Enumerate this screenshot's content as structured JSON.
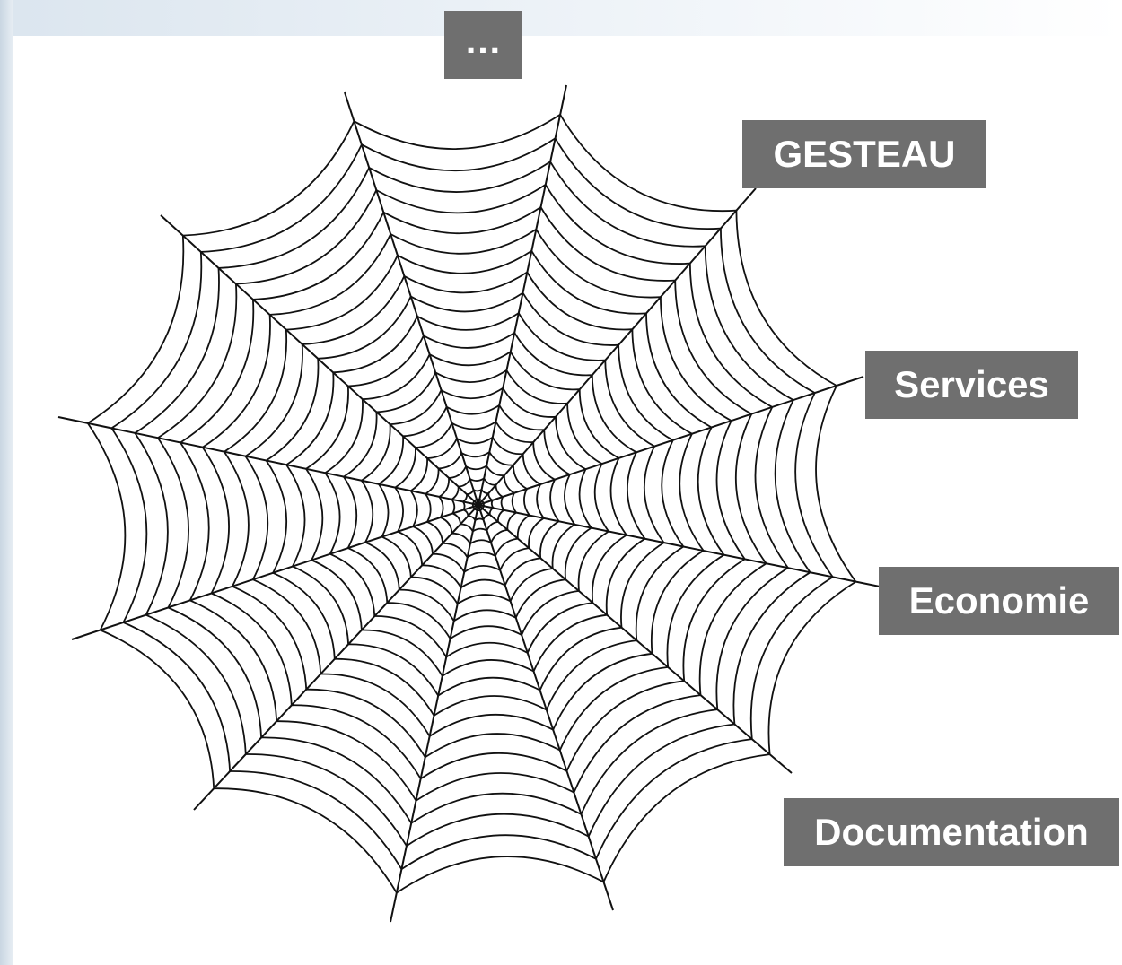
{
  "labels": {
    "top": "…",
    "gesteau": "GESTEAU",
    "services": "Services",
    "economie": "Economie",
    "documentation": "Documentation"
  },
  "colors": {
    "label_bg": "#6f6f6f",
    "label_text": "#ffffff",
    "web_stroke": "#111111"
  },
  "icons": {
    "web": "spider-web"
  }
}
